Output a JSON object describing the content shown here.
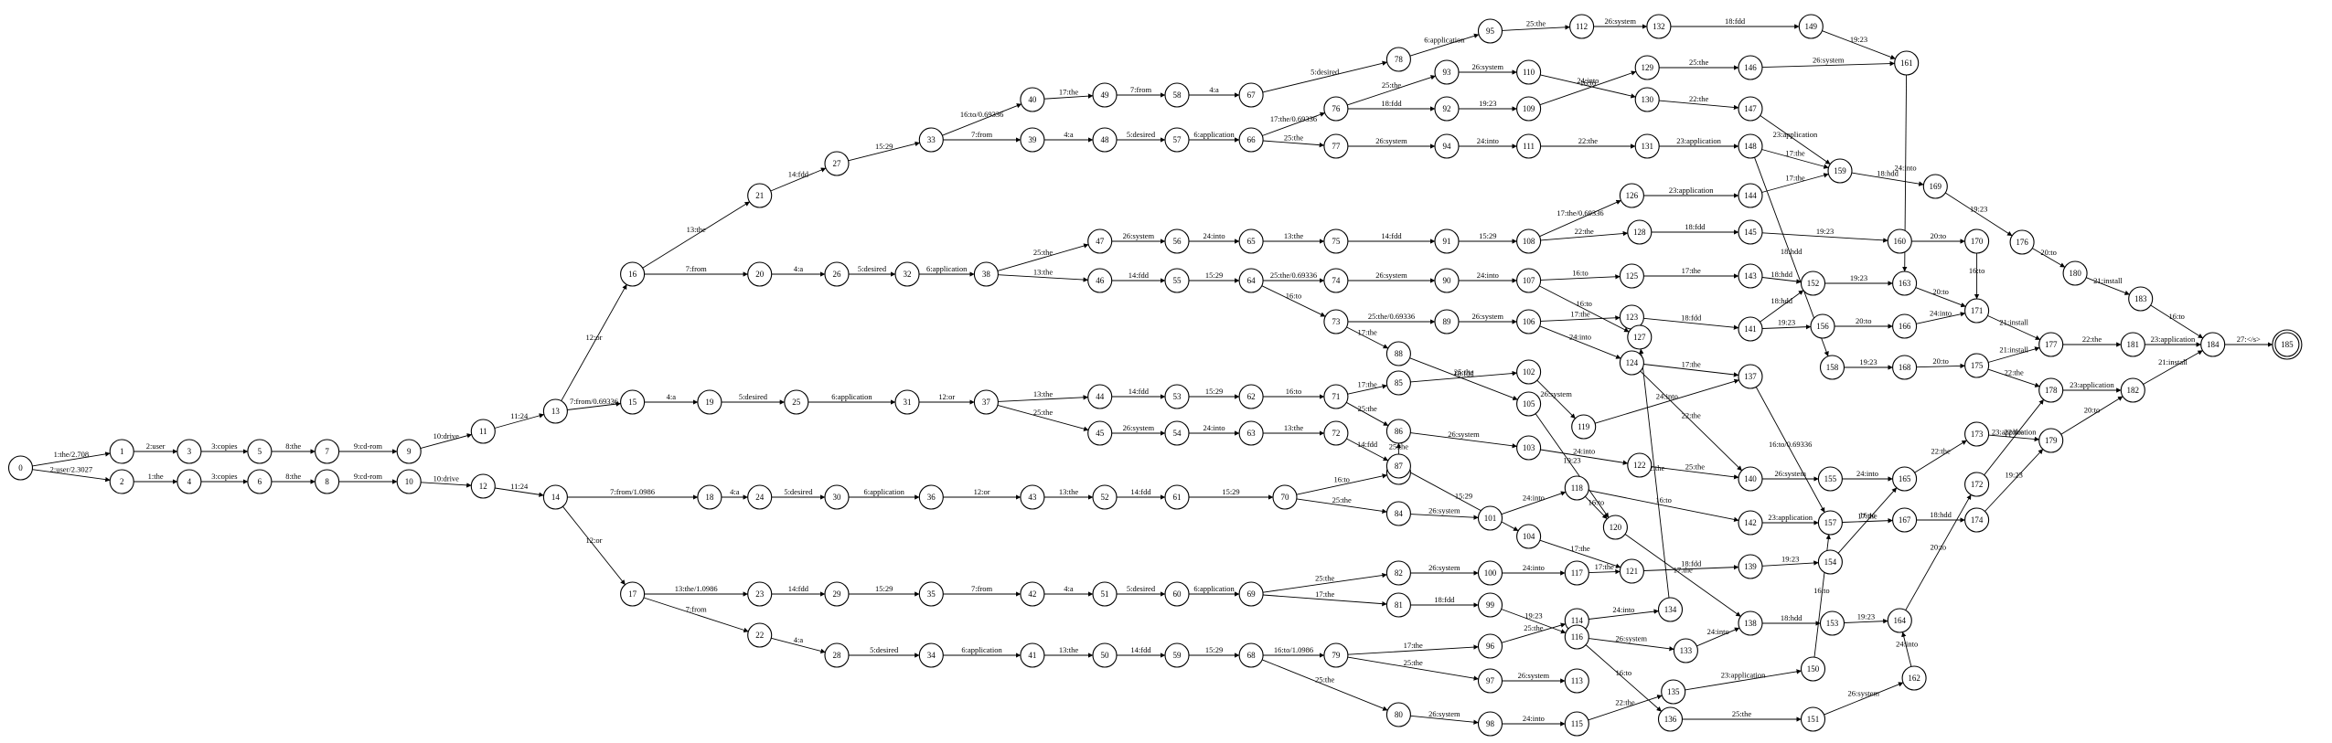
{
  "diagram": {
    "start_node": "0",
    "final_node": "185",
    "nodes": [
      "0",
      "1",
      "2",
      "3",
      "4",
      "5",
      "6",
      "7",
      "8",
      "9",
      "10",
      "11",
      "12",
      "13",
      "14",
      "15",
      "16",
      "17",
      "18",
      "19",
      "20",
      "21",
      "22",
      "23",
      "24",
      "25",
      "26",
      "27",
      "28",
      "29",
      "30",
      "31",
      "32",
      "33",
      "34",
      "35",
      "36",
      "37",
      "38",
      "39",
      "40",
      "41",
      "42",
      "43",
      "44",
      "45",
      "46",
      "47",
      "48",
      "49",
      "50",
      "51",
      "52",
      "53",
      "54",
      "55",
      "56",
      "57",
      "58",
      "59",
      "60",
      "61",
      "62",
      "63",
      "64",
      "65",
      "66",
      "67",
      "68",
      "69",
      "70",
      "71",
      "72",
      "73",
      "74",
      "75",
      "76",
      "77",
      "78",
      "79",
      "80",
      "81",
      "82",
      "83",
      "84",
      "85",
      "86",
      "87",
      "88",
      "89",
      "90",
      "91",
      "92",
      "93",
      "94",
      "95",
      "96",
      "97",
      "98",
      "99",
      "100",
      "101",
      "102",
      "103",
      "104",
      "105",
      "106",
      "107",
      "108",
      "109",
      "110",
      "111",
      "112",
      "113",
      "114",
      "115",
      "116",
      "117",
      "118",
      "119",
      "120",
      "121",
      "122",
      "123",
      "124",
      "125",
      "126",
      "127",
      "128",
      "129",
      "130",
      "131",
      "132",
      "133",
      "134",
      "135",
      "136",
      "137",
      "138",
      "139",
      "140",
      "141",
      "142",
      "143",
      "144",
      "145",
      "146",
      "147",
      "148",
      "149",
      "150",
      "151",
      "152",
      "153",
      "154",
      "155",
      "156",
      "157",
      "158",
      "159",
      "160",
      "161",
      "162",
      "163",
      "164",
      "165",
      "166",
      "167",
      "168",
      "169",
      "170",
      "171",
      "172",
      "173",
      "174",
      "175",
      "176",
      "177",
      "178",
      "179",
      "180",
      "181",
      "182",
      "183",
      "184",
      "185"
    ],
    "edges": [
      [
        "0",
        "1",
        "1:the/2.708"
      ],
      [
        "0",
        "2",
        "2:user/2.3027"
      ],
      [
        "1",
        "3",
        "2:user"
      ],
      [
        "2",
        "4",
        "1:the"
      ],
      [
        "3",
        "5",
        "3:copies"
      ],
      [
        "4",
        "6",
        "3:copies"
      ],
      [
        "5",
        "7",
        "8:the"
      ],
      [
        "6",
        "8",
        "8:the"
      ],
      [
        "7",
        "9",
        "9:cd-rom"
      ],
      [
        "8",
        "10",
        "9:cd-rom"
      ],
      [
        "9",
        "11",
        "10:drive"
      ],
      [
        "10",
        "12",
        "10:drive"
      ],
      [
        "11",
        "13",
        "11:24"
      ],
      [
        "12",
        "14",
        "11:24"
      ],
      [
        "13",
        "16",
        "12:or"
      ],
      [
        "13",
        "15",
        "7:from/0.69336"
      ],
      [
        "14",
        "18",
        "7:from/1.0986"
      ],
      [
        "14",
        "17",
        "12:or"
      ],
      [
        "16",
        "21",
        "13:the"
      ],
      [
        "16",
        "20",
        "7:from"
      ],
      [
        "15",
        "19",
        "4:a"
      ],
      [
        "18",
        "24",
        "4:a"
      ],
      [
        "17",
        "23",
        "13:the/1.0986"
      ],
      [
        "17",
        "22",
        "7:from"
      ],
      [
        "21",
        "27",
        "14:fdd"
      ],
      [
        "20",
        "26",
        "4:a"
      ],
      [
        "19",
        "25",
        "5:desired"
      ],
      [
        "24",
        "30",
        "5:desired"
      ],
      [
        "23",
        "29",
        "14:fdd"
      ],
      [
        "22",
        "28",
        "4:a"
      ],
      [
        "27",
        "33",
        "15:29"
      ],
      [
        "26",
        "32",
        "5:desired"
      ],
      [
        "25",
        "31",
        "6:application"
      ],
      [
        "30",
        "36",
        "6:application"
      ],
      [
        "29",
        "35",
        "15:29"
      ],
      [
        "28",
        "34",
        "5:desired"
      ],
      [
        "33",
        "40",
        "16:to/0.69336"
      ],
      [
        "33",
        "39",
        "7:from"
      ],
      [
        "32",
        "38",
        "6:application"
      ],
      [
        "31",
        "37",
        "12:or"
      ],
      [
        "36",
        "43",
        "12:or"
      ],
      [
        "35",
        "42",
        "7:from"
      ],
      [
        "34",
        "41",
        "6:application"
      ],
      [
        "40",
        "49",
        "17:the"
      ],
      [
        "39",
        "48",
        "4:a"
      ],
      [
        "38",
        "47",
        "25:the"
      ],
      [
        "38",
        "46",
        "13:the"
      ],
      [
        "37",
        "44",
        "13:the"
      ],
      [
        "37",
        "45",
        "25:the"
      ],
      [
        "43",
        "52",
        "13:the"
      ],
      [
        "42",
        "51",
        "4:a"
      ],
      [
        "41",
        "50",
        "13:the"
      ],
      [
        "49",
        "58",
        "7:from"
      ],
      [
        "48",
        "57",
        "5:desired"
      ],
      [
        "47",
        "56",
        "26:system"
      ],
      [
        "46",
        "55",
        "14:fdd"
      ],
      [
        "44",
        "53",
        "14:fdd"
      ],
      [
        "45",
        "54",
        "26:system"
      ],
      [
        "52",
        "61",
        "14:fdd"
      ],
      [
        "51",
        "60",
        "5:desired"
      ],
      [
        "50",
        "59",
        "14:fdd"
      ],
      [
        "58",
        "67",
        "4:a"
      ],
      [
        "57",
        "66",
        "6:application"
      ],
      [
        "56",
        "65",
        "24:into"
      ],
      [
        "55",
        "64",
        "15:29"
      ],
      [
        "53",
        "62",
        "15:29"
      ],
      [
        "54",
        "63",
        "24:into"
      ],
      [
        "61",
        "70",
        "15:29"
      ],
      [
        "60",
        "69",
        "6:application"
      ],
      [
        "59",
        "68",
        "15:29"
      ],
      [
        "67",
        "78",
        "5:desired"
      ],
      [
        "66",
        "76",
        "17:the/0.69336"
      ],
      [
        "66",
        "77",
        "25:the"
      ],
      [
        "65",
        "75",
        "13:the"
      ],
      [
        "64",
        "74",
        "25:the/0.69336"
      ],
      [
        "64",
        "73",
        "16:to"
      ],
      [
        "62",
        "71",
        "16:to"
      ],
      [
        "63",
        "72",
        "13:the"
      ],
      [
        "70",
        "83",
        "16:to"
      ],
      [
        "70",
        "84",
        "25:the"
      ],
      [
        "69",
        "82",
        "25:the"
      ],
      [
        "69",
        "81",
        "17:the"
      ],
      [
        "68",
        "79",
        "16:to/1.0986"
      ],
      [
        "68",
        "80",
        "25:the"
      ],
      [
        "78",
        "95",
        "6:application"
      ],
      [
        "76",
        "93",
        "25:the"
      ],
      [
        "76",
        "92",
        "18:fdd"
      ],
      [
        "77",
        "94",
        "26:system"
      ],
      [
        "75",
        "91",
        "14:fdd"
      ],
      [
        "74",
        "90",
        "26:system"
      ],
      [
        "73",
        "89",
        "25:the/0.69336"
      ],
      [
        "73",
        "88",
        "17:the"
      ],
      [
        "71",
        "85",
        "17:the"
      ],
      [
        "71",
        "86",
        "25:the"
      ],
      [
        "72",
        "87",
        "14:fdd"
      ],
      [
        "83",
        "86",
        "25:the"
      ],
      [
        "84",
        "101",
        "26:system"
      ],
      [
        "82",
        "100",
        "26:system"
      ],
      [
        "81",
        "99",
        "18:fdd"
      ],
      [
        "79",
        "96",
        "17:the"
      ],
      [
        "79",
        "97",
        "25:the"
      ],
      [
        "80",
        "98",
        "26:system"
      ],
      [
        "95",
        "112",
        "25:the"
      ],
      [
        "93",
        "110",
        "26:system"
      ],
      [
        "92",
        "109",
        "19:23"
      ],
      [
        "94",
        "111",
        "24:into"
      ],
      [
        "91",
        "108",
        "15:29"
      ],
      [
        "90",
        "107",
        "24:into"
      ],
      [
        "89",
        "106",
        "26:system"
      ],
      [
        "88",
        "105",
        "18:fdd"
      ],
      [
        "85",
        "102",
        "25:the"
      ],
      [
        "86",
        "103",
        "26:system"
      ],
      [
        "87",
        "104",
        "15:29"
      ],
      [
        "101",
        "118",
        "24:into"
      ],
      [
        "100",
        "117",
        "24:into"
      ],
      [
        "99",
        "116",
        "19:23"
      ],
      [
        "96",
        "114",
        "25:the"
      ],
      [
        "97",
        "113",
        "26:system"
      ],
      [
        "98",
        "115",
        "24:into"
      ],
      [
        "112",
        "132",
        "26:system"
      ],
      [
        "110",
        "130",
        "24:into"
      ],
      [
        "109",
        "129",
        "16:to"
      ],
      [
        "111",
        "131",
        "22:the"
      ],
      [
        "108",
        "126",
        "17:the/0.69336"
      ],
      [
        "108",
        "128",
        "22:the"
      ],
      [
        "107",
        "125",
        "16:to"
      ],
      [
        "107",
        "127",
        "16:to"
      ],
      [
        "106",
        "123",
        "17:the"
      ],
      [
        "106",
        "124",
        "24:into"
      ],
      [
        "105",
        "120",
        "19:23"
      ],
      [
        "102",
        "119",
        "26:system"
      ],
      [
        "103",
        "122",
        "24:into"
      ],
      [
        "104",
        "121",
        "17:the"
      ],
      [
        "118",
        "120",
        "16:to"
      ],
      [
        "118",
        "142",
        "16:to"
      ],
      [
        "117",
        "121",
        "17:the"
      ],
      [
        "116",
        "136",
        "16:to"
      ],
      [
        "116",
        "133",
        "26:system"
      ],
      [
        "114",
        "134",
        "24:into"
      ],
      [
        "115",
        "135",
        "22:the"
      ],
      [
        "132",
        "149",
        "18:fdd"
      ],
      [
        "130",
        "147",
        "22:the"
      ],
      [
        "129",
        "146",
        "25:the"
      ],
      [
        "131",
        "148",
        "23:application"
      ],
      [
        "128",
        "145",
        "18:fdd"
      ],
      [
        "125",
        "143",
        "17:the"
      ],
      [
        "123",
        "141",
        "18:fdd"
      ],
      [
        "124",
        "137",
        "17:the"
      ],
      [
        "124",
        "140",
        "22:the"
      ],
      [
        "119",
        "137",
        "24:into"
      ],
      [
        "122",
        "140",
        "25:the"
      ],
      [
        "120",
        "138",
        "17:the"
      ],
      [
        "121",
        "139",
        "18:fdd"
      ],
      [
        "134",
        "127",
        "22:the"
      ],
      [
        "133",
        "138",
        "24:into"
      ],
      [
        "135",
        "150",
        "23:application"
      ],
      [
        "136",
        "151",
        "25:the"
      ],
      [
        "149",
        "161",
        "19:23"
      ],
      [
        "146",
        "161",
        "26:system"
      ],
      [
        "147",
        "159",
        "23:application"
      ],
      [
        "148",
        "159",
        "17:the"
      ],
      [
        "144",
        "159",
        "17:the"
      ],
      [
        "126",
        "144",
        "23:application"
      ],
      [
        "145",
        "160",
        "19:23"
      ],
      [
        "143",
        "152",
        "18:hdd"
      ],
      [
        "141",
        "152",
        "18:hdd"
      ],
      [
        "141",
        "156",
        "19:23"
      ],
      [
        "137",
        "157",
        "16:to/0.69336"
      ],
      [
        "140",
        "155",
        "26:system"
      ],
      [
        "142",
        "157",
        "23:application"
      ],
      [
        "139",
        "154",
        "19:23"
      ],
      [
        "138",
        "153",
        "18:hdd"
      ],
      [
        "150",
        "157",
        "16:to"
      ],
      [
        "151",
        "162",
        "26:system"
      ],
      [
        "161",
        "163",
        "24:into"
      ],
      [
        "159",
        "169",
        "18:hdd"
      ],
      [
        "160",
        "170",
        "20:to"
      ],
      [
        "152",
        "163",
        "19:23"
      ],
      [
        "156",
        "166",
        "20:to"
      ],
      [
        "148",
        "158",
        "18:hdd"
      ],
      [
        "155",
        "165",
        "24:into"
      ],
      [
        "154",
        "165",
        "16:to"
      ],
      [
        "157",
        "167",
        "17:the"
      ],
      [
        "153",
        "164",
        "19:23"
      ],
      [
        "162",
        "164",
        "24:into"
      ],
      [
        "169",
        "176",
        "19:23"
      ],
      [
        "170",
        "171",
        "16:to"
      ],
      [
        "163",
        "171",
        "20:to"
      ],
      [
        "166",
        "171",
        "24:into"
      ],
      [
        "158",
        "168",
        "19:23"
      ],
      [
        "165",
        "173",
        "22:the"
      ],
      [
        "167",
        "174",
        "18:hdd"
      ],
      [
        "164",
        "172",
        "20:to"
      ],
      [
        "176",
        "180",
        "20:to"
      ],
      [
        "171",
        "177",
        "21:install"
      ],
      [
        "168",
        "175",
        "20:to"
      ],
      [
        "175",
        "177",
        "21:install"
      ],
      [
        "175",
        "178",
        "22:the"
      ],
      [
        "173",
        "179",
        "23:application"
      ],
      [
        "172",
        "178",
        "22:the"
      ],
      [
        "174",
        "179",
        "19:23"
      ],
      [
        "180",
        "183",
        "21:install"
      ],
      [
        "177",
        "181",
        "22:the"
      ],
      [
        "178",
        "182",
        "23:application"
      ],
      [
        "179",
        "182",
        "20:to"
      ],
      [
        "183",
        "184",
        "16:to"
      ],
      [
        "181",
        "184",
        "23:application"
      ],
      [
        "182",
        "184",
        "21:install"
      ],
      [
        "184",
        "185",
        "27:</s>"
      ]
    ]
  }
}
